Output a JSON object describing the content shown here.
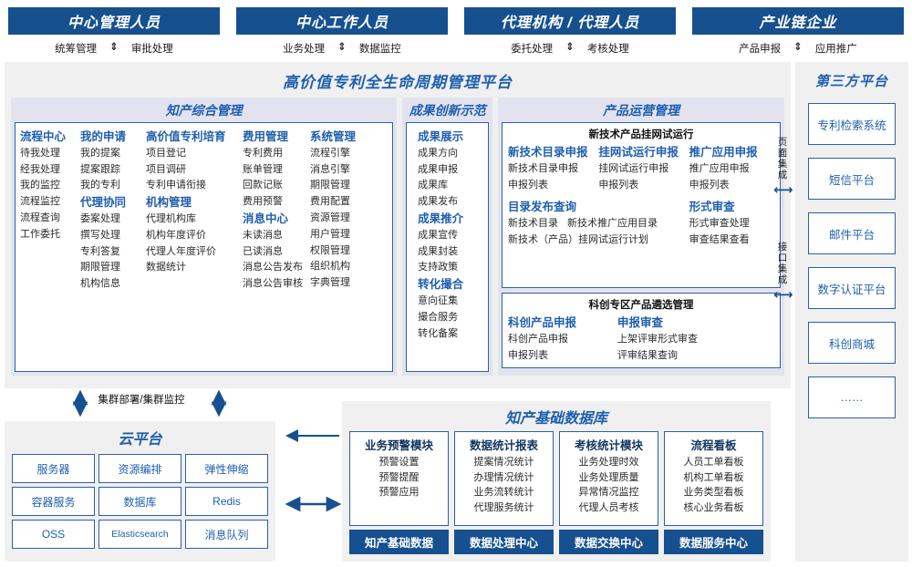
{
  "roles": [
    {
      "title": "中心管理人员",
      "left": "统筹管理",
      "right": "审批处理"
    },
    {
      "title": "中心工作人员",
      "left": "业务处理",
      "right": "数据监控"
    },
    {
      "title": "代理机构 / 代理人员",
      "left": "委托处理",
      "right": "考核处理"
    },
    {
      "title": "产业链企业",
      "left": "产品申报",
      "right": "应用推广"
    }
  ],
  "platform": {
    "title": "高价值专利全生命周期管理平台"
  },
  "zhichan": {
    "title": "知产综合管理",
    "columns": [
      {
        "groups": [
          {
            "head": "流程中心",
            "items": [
              "待我处理",
              "经我处理",
              "我的监控",
              "流程监控",
              "流程查询",
              "工作委托"
            ]
          }
        ]
      },
      {
        "groups": [
          {
            "head": "我的申请",
            "items": [
              "我的提案",
              "提案跟踪",
              "我的专利"
            ]
          },
          {
            "head": "代理协同",
            "items": [
              "委案处理",
              "撰写处理",
              "专利答复",
              "期限管理",
              "机构信息"
            ]
          }
        ]
      },
      {
        "groups": [
          {
            "head": "高价值专利培育",
            "items": [
              "项目登记",
              "项目调研",
              "专利申请衔接"
            ]
          },
          {
            "head": "机构管理",
            "items": [
              "代理机构库",
              "机构年度评价",
              "代理人年度评价",
              "数据统计"
            ]
          }
        ]
      },
      {
        "groups": [
          {
            "head": "费用管理",
            "items": [
              "专利费用",
              "账单管理",
              "回款记账",
              "费用预警"
            ]
          },
          {
            "head": "消息中心",
            "items": [
              "未读消息",
              "已读消息",
              "消息公告发布",
              "消息公告审核"
            ]
          }
        ]
      },
      {
        "groups": [
          {
            "head": "系统管理",
            "items": [
              "流程引擎",
              "消息引擎",
              "期限管理",
              "费用配置",
              "资源管理",
              "用户管理",
              "权限管理",
              "组织机构",
              "字典管理"
            ]
          }
        ]
      }
    ]
  },
  "chengguo": {
    "title": "成果创新示范",
    "groups": [
      {
        "head": "成果展示",
        "items": [
          "成果方向",
          "成果申报",
          "成果库",
          "成果发布"
        ]
      },
      {
        "head": "成果推介",
        "items": [
          "成果宣传",
          "成果封装",
          "支持政策"
        ]
      },
      {
        "head": "转化撮合",
        "items": [
          "意向征集",
          "撮合服务",
          "转化备案"
        ]
      }
    ]
  },
  "chanpin": {
    "title": "产品运营管理",
    "box1": {
      "title": "新技术产品挂网试运行",
      "row1": [
        {
          "head": "新技术目录申报",
          "items": [
            "新技术目录申报",
            "申报列表"
          ]
        },
        {
          "head": "挂网试运行申报",
          "items": [
            "挂网试运行申报",
            "申报列表"
          ]
        },
        {
          "head": "推广应用申报",
          "items": [
            "推广应用申报",
            "申报列表"
          ]
        }
      ],
      "row2_left_head": "目录发布查询",
      "row2_left_items": [
        "新技术目录",
        "新技术推广应用目录",
        "新技术（产品）挂网试运行计划"
      ],
      "row2_right_head": "形式审查",
      "row2_right_items": [
        "形式审查处理",
        "审查结果查看"
      ]
    },
    "box2": {
      "title": "科创专区产品遴选管理",
      "cols": [
        {
          "head": "科创产品申报",
          "items": [
            "科创产品申报",
            "申报列表"
          ]
        },
        {
          "head": "申报审查",
          "items": [
            "上架评审形式审查",
            "评审结果查询"
          ]
        }
      ]
    }
  },
  "third": {
    "title": "第三方平台",
    "boxes": [
      "专利检索系统",
      "短信平台",
      "邮件平台",
      "数字认证平台",
      "科创商城",
      "……"
    ],
    "integrations": [
      "页面集成",
      "接口集成"
    ]
  },
  "cloud": {
    "title": "云平台",
    "cells": [
      "服务器",
      "资源编排",
      "弹性伸缩",
      "容器服务",
      "数据库",
      "Redis",
      "OSS",
      "Elasticsearch",
      "消息队列"
    ],
    "cluster_label": "集群部署/集群监控"
  },
  "db": {
    "title": "知产基础数据库",
    "columns": [
      {
        "head": "业务预警模块",
        "items": [
          "预警设置",
          "预警提醒",
          "预警应用"
        ],
        "foot": "知产基础数据"
      },
      {
        "head": "数据统计报表",
        "items": [
          "提案情况统计",
          "办理情况统计",
          "业务流转统计",
          "代理服务统计"
        ],
        "foot": "数据处理中心"
      },
      {
        "head": "考核统计模块",
        "items": [
          "业务处理时效",
          "业务处理质量",
          "异常情况监控",
          "代理人员考核"
        ],
        "foot": "数据交换中心"
      },
      {
        "head": "流程看板",
        "items": [
          "人员工单看板",
          "机构工单看板",
          "业务类型看板",
          "核心业务看板"
        ],
        "foot": "数据服务中心"
      }
    ]
  },
  "colors": {
    "dark_blue": "#17508F",
    "accent_blue": "#1F5FAE",
    "border_blue": "#2E5FA3",
    "panel_bg": "#E2E3EF",
    "stage_bg": "#F0F0F0"
  }
}
